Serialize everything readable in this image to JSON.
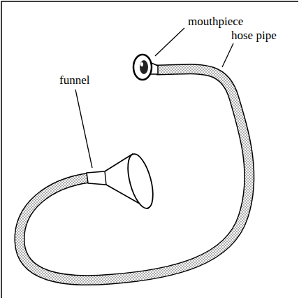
{
  "diagram": {
    "labels": [
      "mouthpiece",
      "hose pipe",
      "funnel"
    ]
  }
}
